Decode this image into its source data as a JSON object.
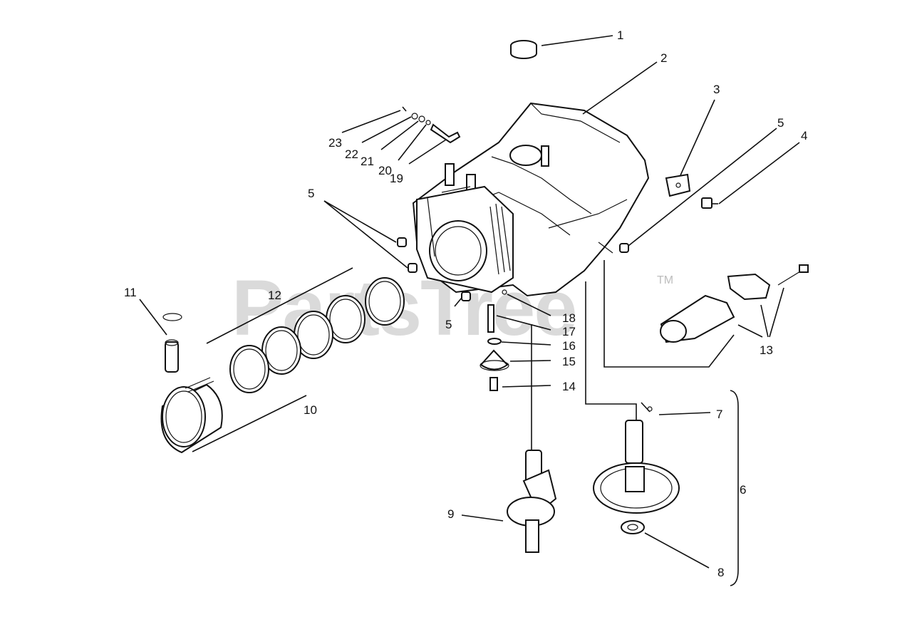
{
  "watermark": {
    "text": "PartsTree",
    "trademark": "TM"
  },
  "callouts": {
    "c1": "1",
    "c2": "2",
    "c3": "3",
    "c4": "4",
    "c5a": "5",
    "c5b": "5",
    "c5c": "5",
    "c6": "6",
    "c7": "7",
    "c8": "8",
    "c9": "9",
    "c10": "10",
    "c11": "11",
    "c12": "12",
    "c13": "13",
    "c14": "14",
    "c15": "15",
    "c16": "16",
    "c17": "17",
    "c18": "18",
    "c19": "19",
    "c20": "20",
    "c21": "21",
    "c22": "22",
    "c23": "23"
  }
}
